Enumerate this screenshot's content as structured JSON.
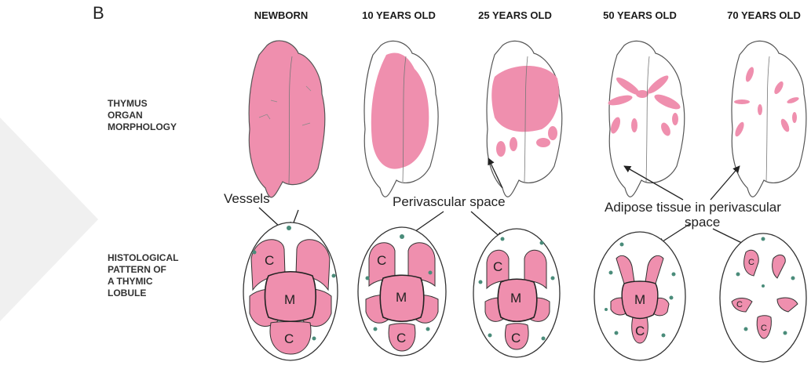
{
  "panel_letter": "B",
  "stages": [
    "NEWBORN",
    "10 YEARS OLD",
    "25 YEARS OLD",
    "50 YEARS OLD",
    "70 YEARS OLD"
  ],
  "rows": {
    "morphology": [
      "THYMUS",
      "ORGAN",
      "MORPHOLOGY"
    ],
    "histology": [
      "HISTOLOGICAL",
      "PATTERN OF",
      "A THYMIC",
      "LOBULE"
    ]
  },
  "annotations": {
    "vessels": "Vessels",
    "perivascular": "Perivascular space",
    "adipose_line1": "Adipose tissue in perivascular",
    "adipose_line2": "space"
  },
  "lobule_labels": {
    "cortex": "C",
    "medulla": "M"
  },
  "colors": {
    "tissue_pink": "#ef8fae",
    "outline": "#333333",
    "vessel_dot": "#4a8c7a",
    "watermark": "#ececec"
  }
}
